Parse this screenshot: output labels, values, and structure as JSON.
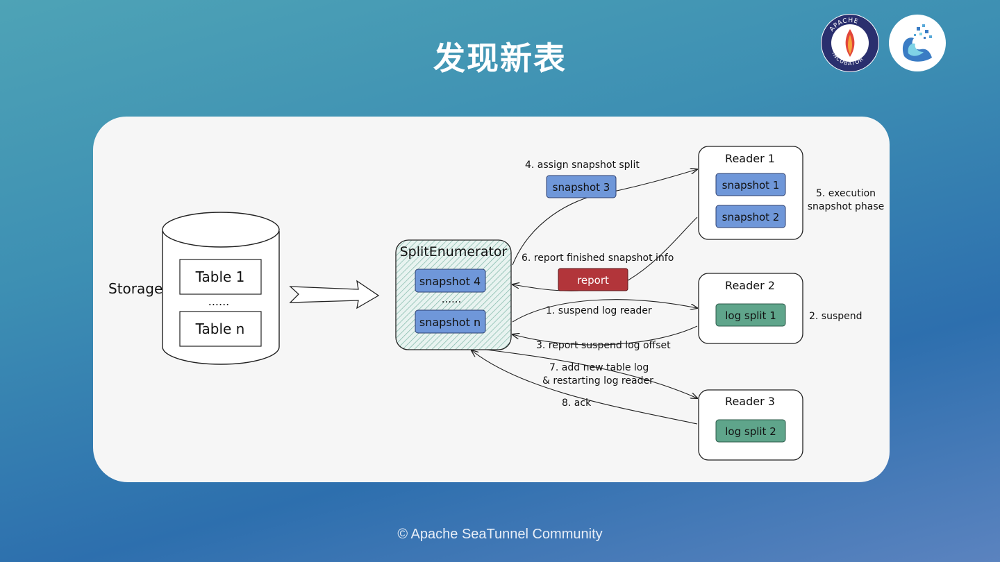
{
  "slide": {
    "title": "发现新表",
    "footer": "© Apache SeaTunnel Community"
  },
  "logos": {
    "apache_incubator": {
      "ring_text": "APACHE",
      "ring_text_bottom": "INCUBATOR",
      "icon": "feather-flame-icon"
    },
    "seatunnel": {
      "icon": "seatunnel-wave-icon"
    }
  },
  "colors": {
    "snapshot_fill": "#6f97d9",
    "log_fill": "#5fa58b",
    "report_fill": "#b2353a",
    "enumerator_fill": "#c9e3dc"
  },
  "diagram": {
    "storage": {
      "label": "Storage",
      "table1": "Table 1",
      "dots": "......",
      "tablen": "Table n"
    },
    "enumerator": {
      "title": "SplitEnumerator",
      "snapshot4": "snapshot 4",
      "dots": "......",
      "snapshotn": "snapshot n"
    },
    "reader1": {
      "title": "Reader 1",
      "split_a": "snapshot 1",
      "split_b": "snapshot 2"
    },
    "reader2": {
      "title": "Reader 2",
      "split_a": "log split 1"
    },
    "reader3": {
      "title": "Reader 3",
      "split_a": "log split 2"
    },
    "moving_snapshot": "snapshot 3",
    "report_box": "report",
    "steps": {
      "s1": "1. suspend log reader",
      "s2": "2. suspend",
      "s3": "3. report suspend log offset",
      "s4": "4. assign snapshot split",
      "s5_line1": "5. execution",
      "s5_line2": "snapshot phase",
      "s6": "6. report finished snapshot info",
      "s7_line1": "7. add new table log",
      "s7_line2": "& restarting log reader",
      "s8": "8. ack"
    }
  }
}
